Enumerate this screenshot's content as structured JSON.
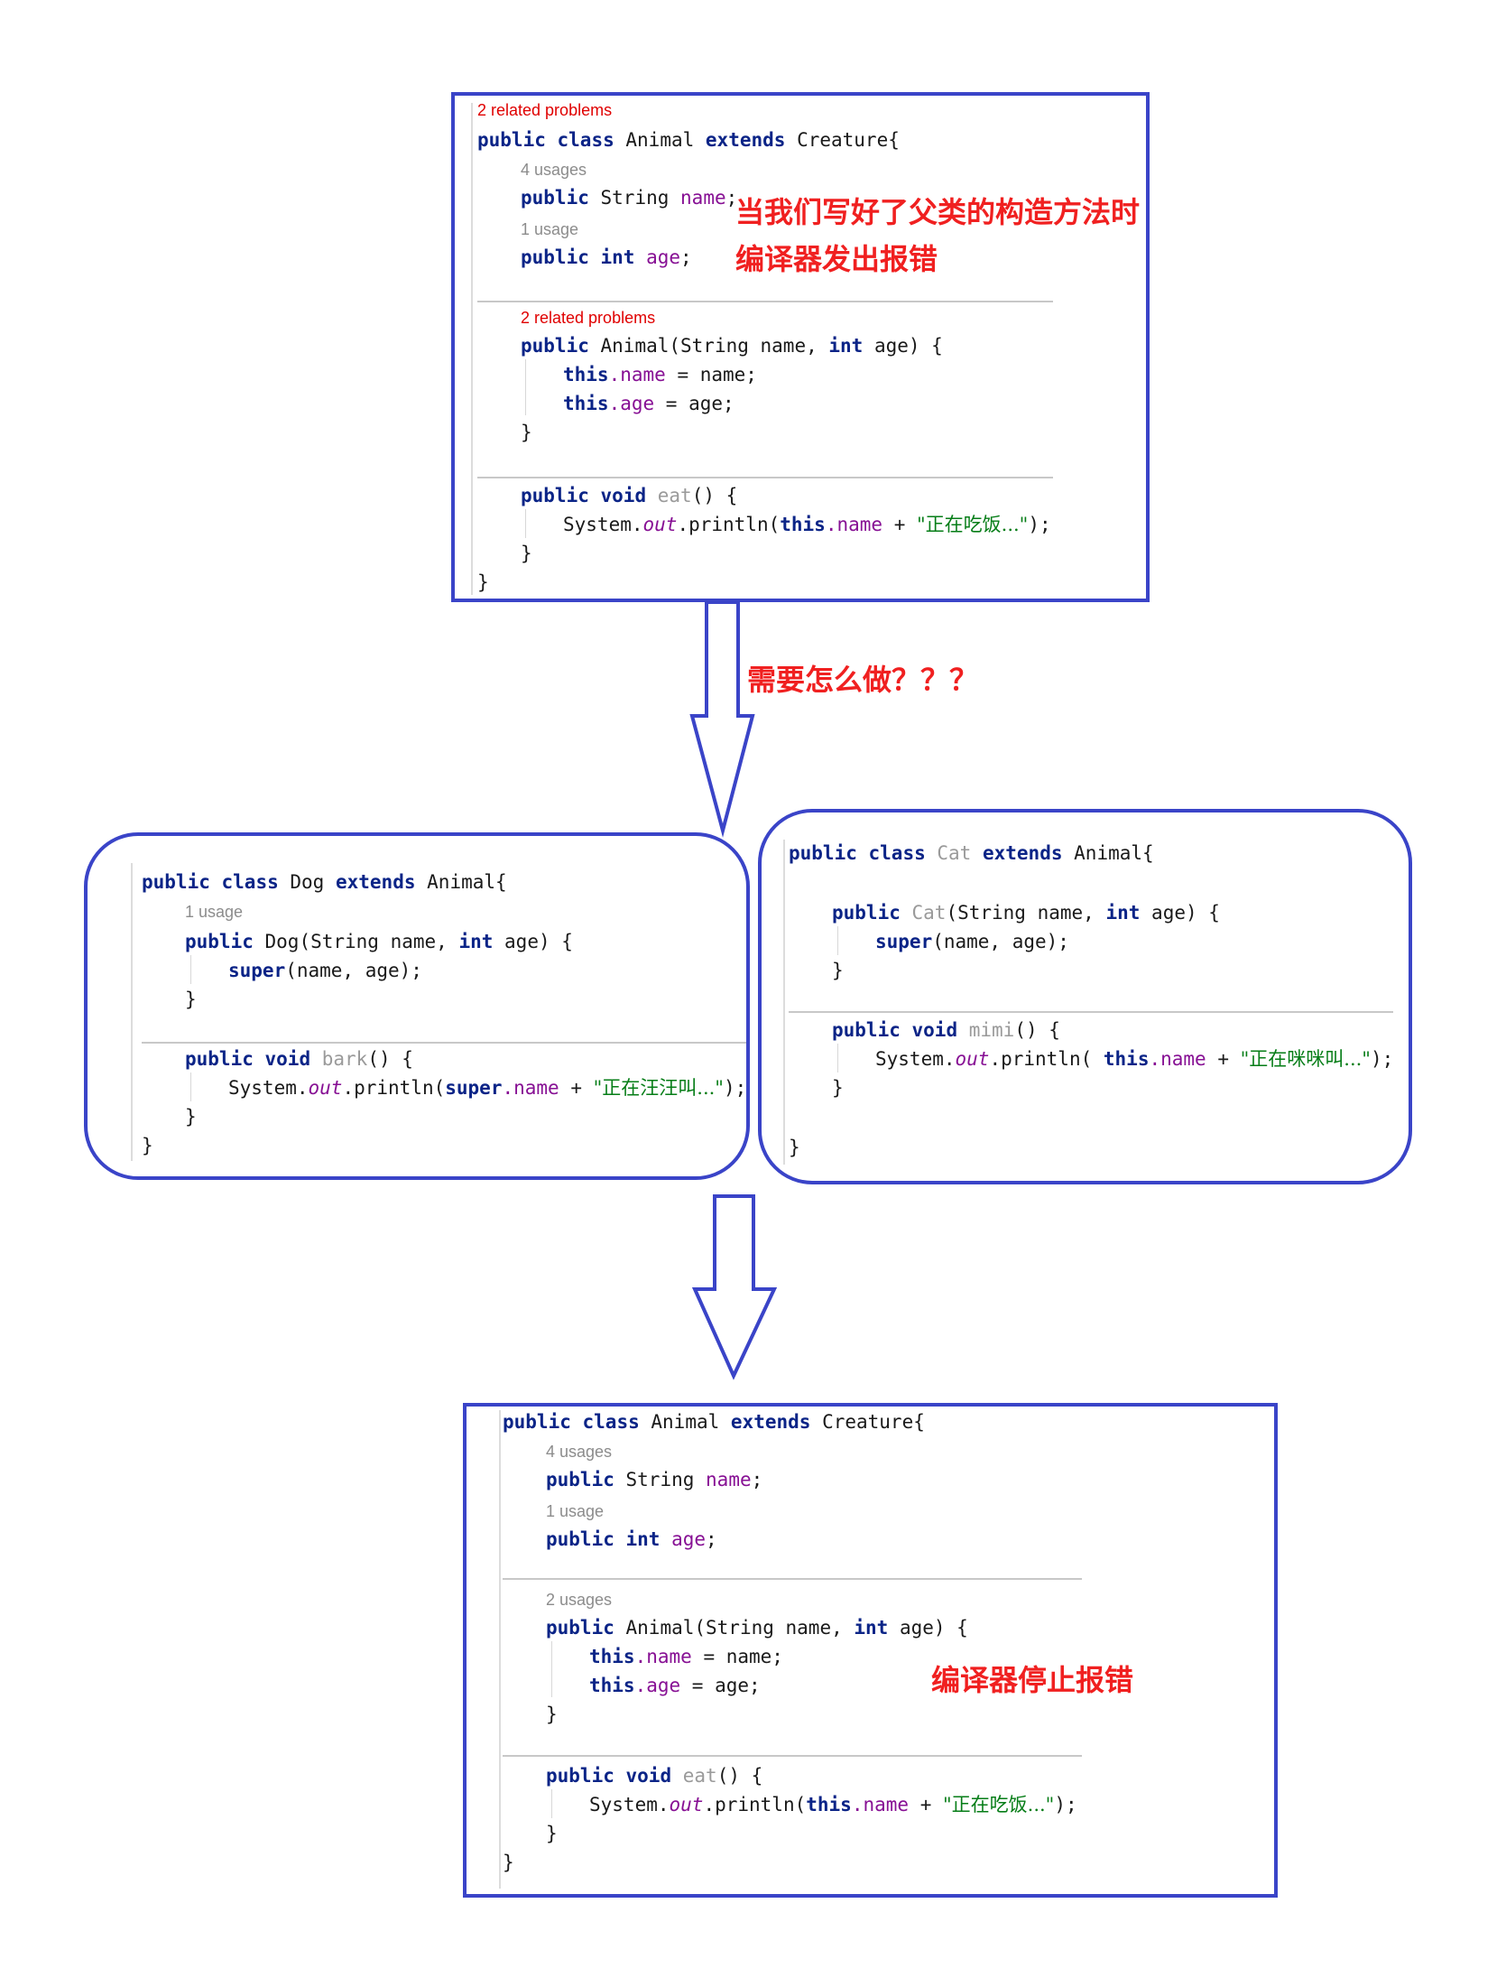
{
  "top_panel": {
    "problems_label_1": "2 related problems",
    "class_decl": {
      "kw1": "public",
      "kw2": "class",
      "name": "Animal",
      "kw3": "extends",
      "parent": "Creature{"
    },
    "usage_name": "4 usages",
    "field_name": {
      "kw": "public",
      "type": "String",
      "name": "name",
      "end": ";"
    },
    "usage_age": "1 usage",
    "field_age": {
      "kw1": "public",
      "kw2": "int",
      "name": "age",
      "end": ";"
    },
    "problems_label_2": "2 related problems",
    "ctor": {
      "kw": "public",
      "sig1": "Animal(String name, ",
      "kw2": "int",
      "sig2": " age) {"
    },
    "ctor_body1": {
      "kw": "this",
      "fld": ".name",
      "rest": " = name;"
    },
    "ctor_body2": {
      "kw": "this",
      "fld": ".age",
      "rest": " = age;"
    },
    "close_brace": "}",
    "method": {
      "kw1": "public",
      "kw2": "void",
      "name": "eat",
      "rest": "() {"
    },
    "method_body": {
      "pre": "System.",
      "out": "out",
      "mid": ".println(",
      "kw": "this",
      "fld": ".name",
      "plus": " + ",
      "str": "\"正在吃饭...\"",
      "end": ");"
    },
    "class_close": "}"
  },
  "annotations": {
    "error_line1": "当我们写好了父类的构造方法时",
    "error_line2": "编译器发出报错",
    "question": "需要怎么做？？？",
    "fixed": "编译器停止报错"
  },
  "dog_panel": {
    "class_decl": {
      "kw1": "public",
      "kw2": "class",
      "name": "Dog",
      "kw3": "extends",
      "parent": "Animal{"
    },
    "usage": "1 usage",
    "ctor": {
      "kw": "public",
      "sig1": "Dog(String name, ",
      "kw2": "int",
      "sig2": " age) {"
    },
    "super_call": {
      "kw": "super",
      "rest": "(name, age);"
    },
    "close_brace": "}",
    "method": {
      "kw1": "public",
      "kw2": "void",
      "name": "bark",
      "rest": "() {"
    },
    "method_body": {
      "pre": "System.",
      "out": "out",
      "mid": ".println(",
      "kw": "super",
      "fld": ".name",
      "plus": " + ",
      "str": "\"正在汪汪叫...\"",
      "end": ");"
    },
    "class_close": "}"
  },
  "cat_panel": {
    "class_decl": {
      "kw1": "public",
      "kw2": "class",
      "name": "Cat",
      "kw3": "extends",
      "parent": "Animal{"
    },
    "ctor": {
      "kw": "public",
      "name": "Cat",
      "sig1": "(String name, ",
      "kw2": "int",
      "sig2": " age) {"
    },
    "super_call": {
      "kw": "super",
      "rest": "(name, age);"
    },
    "close_brace": "}",
    "method": {
      "kw1": "public",
      "kw2": "void",
      "name": "mimi",
      "rest": "() {"
    },
    "method_body": {
      "pre": "System.",
      "out": "out",
      "mid": ".println( ",
      "kw": "this",
      "fld": ".name",
      "plus": " + ",
      "str": "\"正在咪咪叫...\"",
      "end": ");"
    },
    "class_close": "}"
  },
  "bottom_panel": {
    "class_decl": {
      "kw1": "public",
      "kw2": "class",
      "name": "Animal",
      "kw3": "extends",
      "parent": "Creature{"
    },
    "usage_name": "4 usages",
    "field_name": {
      "kw": "public",
      "type": "String",
      "name": "name",
      "end": ";"
    },
    "usage_age": "1 usage",
    "field_age": {
      "kw1": "public",
      "kw2": "int",
      "name": "age",
      "end": ";"
    },
    "usage_ctor": "2 usages",
    "ctor": {
      "kw": "public",
      "sig1": "Animal(String name, ",
      "kw2": "int",
      "sig2": " age) {"
    },
    "ctor_body1": {
      "kw": "this",
      "fld": ".name",
      "rest": " = name;"
    },
    "ctor_body2": {
      "kw": "this",
      "fld": ".age",
      "rest": " = age;"
    },
    "close_brace": "}",
    "method": {
      "kw1": "public",
      "kw2": "void",
      "name": "eat",
      "rest": "() {"
    },
    "method_body": {
      "pre": "System.",
      "out": "out",
      "mid": ".println(",
      "kw": "this",
      "fld": ".name",
      "plus": " + ",
      "str": "\"正在吃饭...\"",
      "end": ");"
    },
    "class_close": "}"
  },
  "colors": {
    "frame": "#3a44c8",
    "keyword": "#0b2487",
    "field": "#871094",
    "string": "#067d17",
    "annotation": "#f02020",
    "problems": "#e00000"
  }
}
